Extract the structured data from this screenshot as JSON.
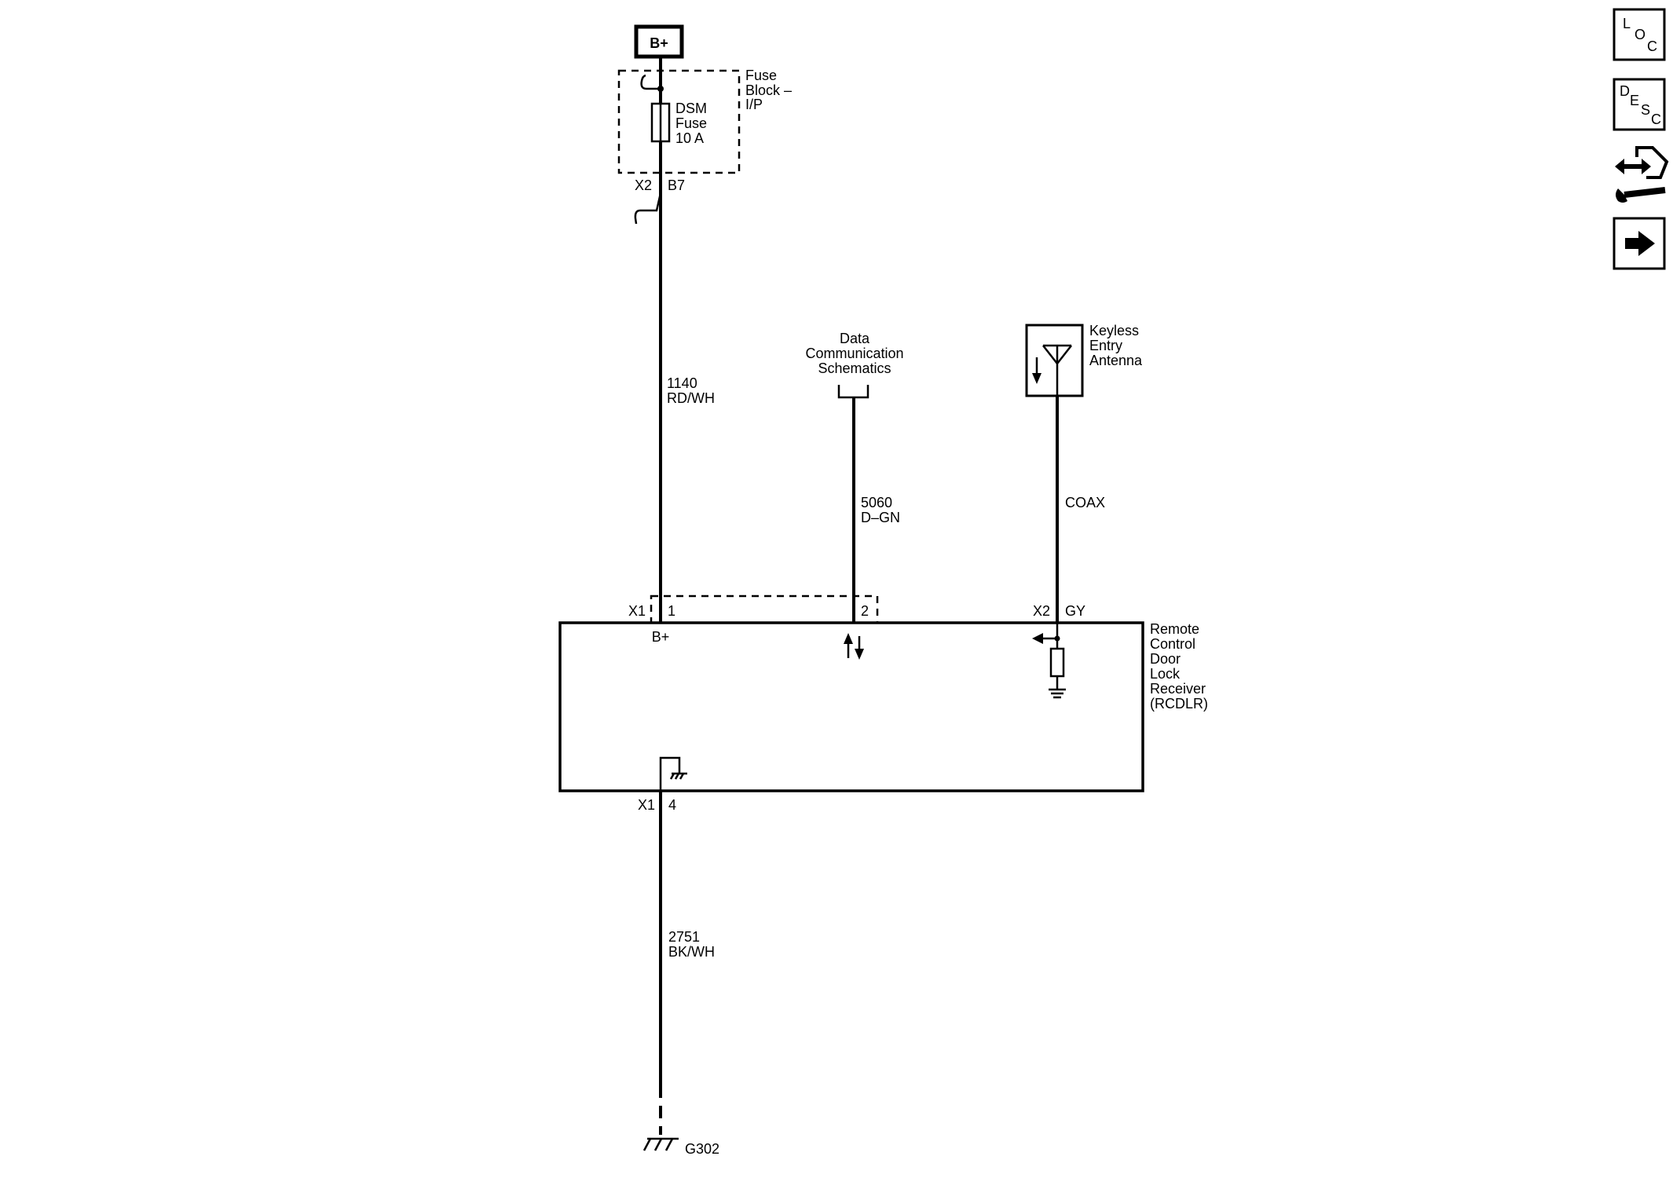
{
  "power_source": {
    "label": "B+"
  },
  "fuse_block": {
    "name_lines": [
      "Fuse",
      "Block –",
      "I/P"
    ]
  },
  "fuse": {
    "lines": [
      "DSM",
      "Fuse",
      "10 A"
    ]
  },
  "fuse_block_connector": {
    "connector": "X2",
    "pin": "B7"
  },
  "circuit_power": {
    "number": "1140",
    "color": "RD/WH"
  },
  "data_comm": {
    "lines": [
      "Data",
      "Communication",
      "Schematics"
    ]
  },
  "circuit_data": {
    "number": "5060",
    "color": "D–GN"
  },
  "antenna": {
    "lines": [
      "Keyless",
      "Entry",
      "Antenna"
    ]
  },
  "circuit_antenna": {
    "label": "COAX"
  },
  "receiver_connector_x1": {
    "connector": "X1",
    "pin_power": "1",
    "pin_data": "2"
  },
  "receiver_connector_x2": {
    "connector": "X2",
    "pin": "GY"
  },
  "receiver": {
    "name_lines": [
      "Remote",
      "Control",
      "Door",
      "Lock",
      "Receiver",
      "(RCDLR)"
    ],
    "power_pin_label": "B+"
  },
  "receiver_ground_connector": {
    "connector": "X1",
    "pin": "4"
  },
  "circuit_ground": {
    "number": "2751",
    "color": "BK/WH"
  },
  "ground": {
    "label": "G302"
  },
  "nav": {
    "loc": {
      "l": "L",
      "o": "O",
      "c": "C"
    },
    "desc": {
      "d": "D",
      "e": "E",
      "s": "S",
      "c": "C"
    },
    "diag_icon": "connector-wrench-icon",
    "next_icon": "arrow-right-icon"
  }
}
